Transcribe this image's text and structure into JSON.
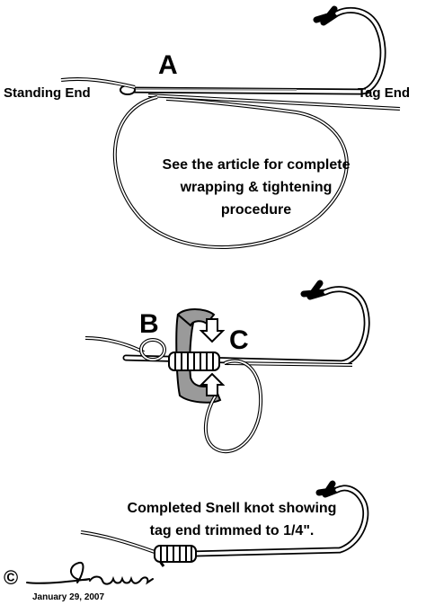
{
  "figure1": {
    "letter": "A",
    "standing_end_label": "Standing End",
    "tag_end_label": "Tag End",
    "caption_lines": [
      "See the article for complete",
      "wrapping & tightening",
      "procedure"
    ]
  },
  "figure2": {
    "letter_b": "B",
    "letter_c": "C"
  },
  "figure3": {
    "caption_lines": [
      "Completed Snell knot showing",
      "tag end trimmed to 1/4\"."
    ]
  },
  "footer": {
    "copyright_symbol": "©",
    "signature": "Louise",
    "date": "January 29, 2007"
  },
  "colors": {
    "line": "#000000",
    "hook_fill": "#ffffff",
    "shade": "#9a9a9a",
    "background": "#ffffff"
  }
}
